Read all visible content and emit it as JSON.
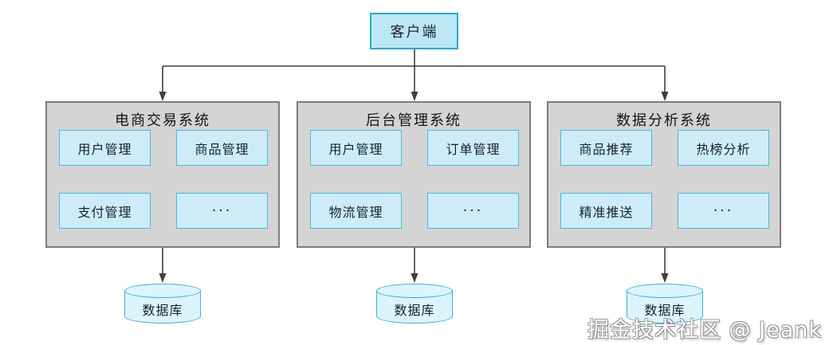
{
  "diagram": {
    "client": {
      "label": "客户端"
    },
    "panels": [
      {
        "title": "电商交易系统",
        "modules": [
          "用户管理",
          "商品管理",
          "支付管理",
          "···"
        ]
      },
      {
        "title": "后台管理系统",
        "modules": [
          "用户管理",
          "订单管理",
          "物流管理",
          "···"
        ]
      },
      {
        "title": "数据分析系统",
        "modules": [
          "商品推荐",
          "热榜分析",
          "精准推送",
          "···"
        ]
      }
    ],
    "databases": [
      {
        "label": "数据库"
      },
      {
        "label": "数据库"
      },
      {
        "label": "数据库"
      }
    ],
    "watermark": "掘金技术社区 @ Jeank"
  },
  "colors": {
    "client_fill": "#bce7f5",
    "client_border": "#2ca9cd",
    "panel_fill": "#d4d4d4",
    "panel_border": "#7c7c7c",
    "module_fill": "#cdecf8",
    "module_border": "#4cb8da",
    "cylinder_fill": "#dcf4fb",
    "cylinder_border": "#41b1d3",
    "connector": "#3f3f3f",
    "background": "#ffffff"
  }
}
